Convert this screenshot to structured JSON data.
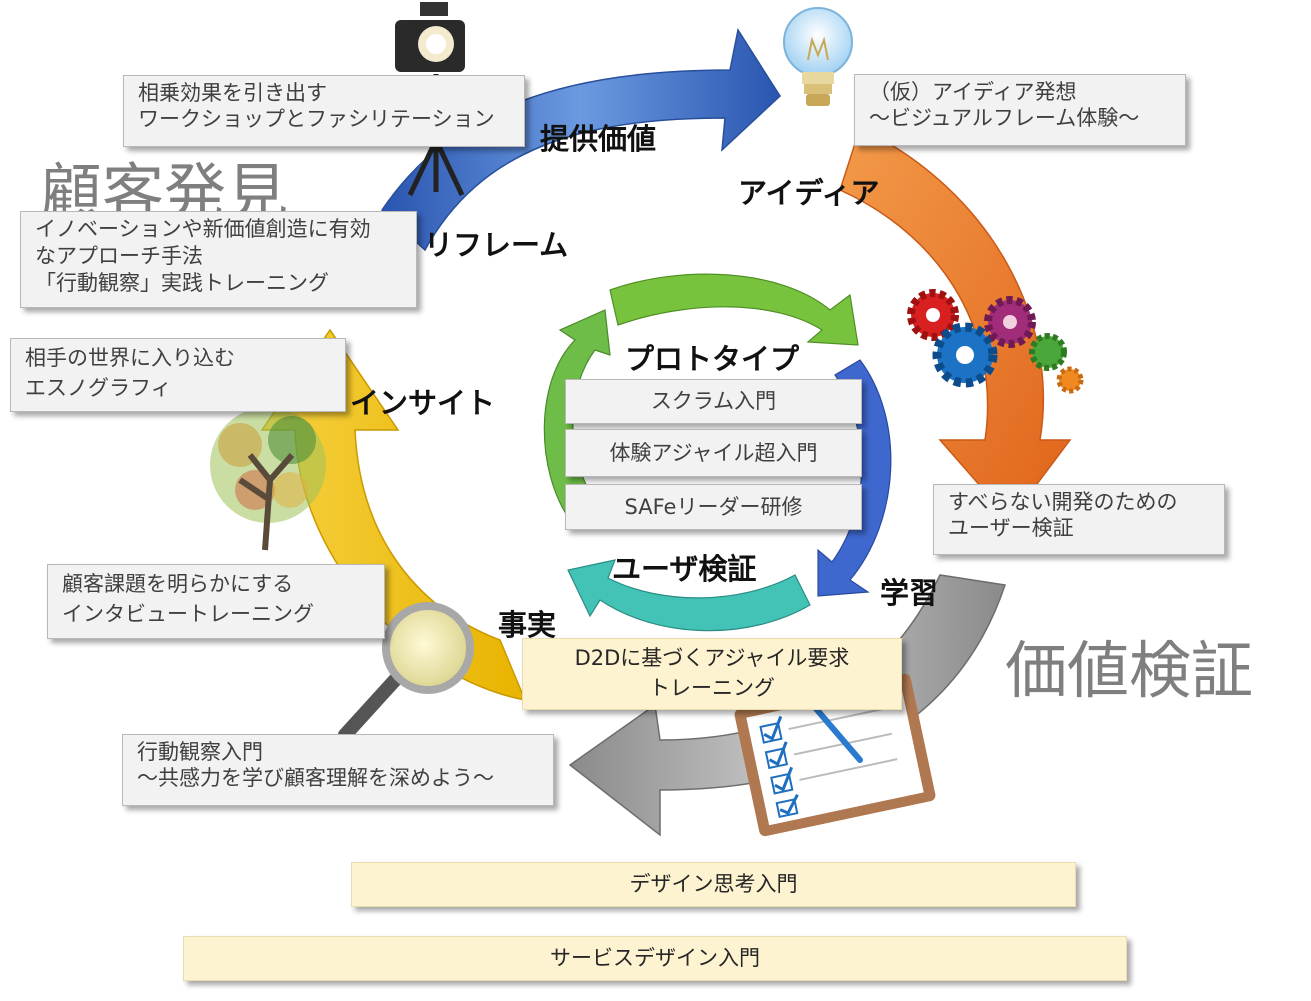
{
  "big_labels": {
    "customer_discovery": "顧客発見",
    "value_validation": "価値検証"
  },
  "cycle_labels": {
    "value_offer": "提供価値",
    "idea": "アイディア",
    "reframe": "リフレーム",
    "prototype": "プロトタイプ",
    "insight": "インサイト",
    "user_validation": "ユーザ検証",
    "learning": "学習",
    "fact": "事実"
  },
  "boxes": {
    "synergy_workshop": "相乗効果を引き出す\nワークショップとファシリテーション",
    "idea_generation": "（仮）アイディア発想\n～ビジュアルフレーム体験～",
    "behavior_observation_training": "イノベーションや新価値創造に有効\nなアプローチ手法\n「行動観察」実践トレーニング",
    "ethnography": "相手の世界に入り込む\nエスノグラフィ",
    "scrum_intro": "スクラム入門",
    "agile_intro": "体験アジャイル超入門",
    "safe_leader": "SAFeリーダー研修",
    "user_validation_course": "すべらない開発のための\nユーザー検証",
    "interview_training": "顧客課題を明らかにする\nインタビュートレーニング",
    "d2d_training": "D2Dに基づくアジャイル要求\nトレーニング",
    "behavior_observation_intro": "行動観察入門\n～共感力を学び顧客理解を深めよう～",
    "design_thinking": "デザイン思考入門",
    "service_design": "サービスデザイン入門"
  },
  "colors": {
    "blue_arrow": "#3b6fc4",
    "orange_arrow": "#ec7a2c",
    "gray_arrow": "#8c8c8c",
    "yellow_arrow": "#f2c200",
    "green_arrow": "#6cbf3c",
    "teal_arrow": "#3fbfb4",
    "inner_blue_arrow": "#3a62c8"
  }
}
